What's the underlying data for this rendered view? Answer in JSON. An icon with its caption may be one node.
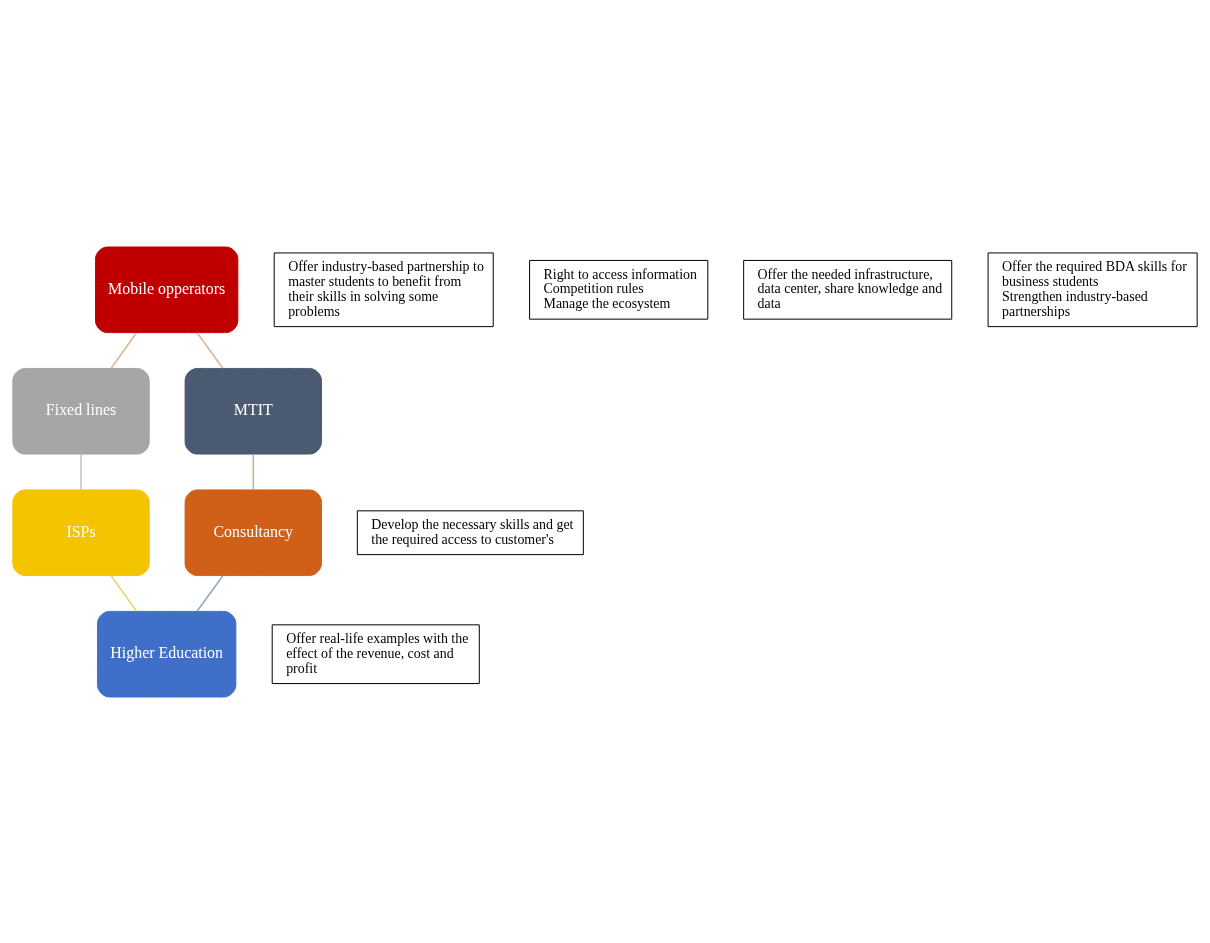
{
  "diagram": {
    "nodes": [
      {
        "text": [
          "Mobile opperators"
        ]
      },
      {
        "text": [
          "Offer industry-based partnership to master students to benefit from their skills in solving some problems"
        ]
      },
      {
        "text": [
          "MTIT"
        ]
      },
      {
        "text": [
          "Fixed lines"
        ]
      },
      {
        "text": [
          "Right to access information",
          "Competition rules",
          "Manage the ecosystem"
        ]
      },
      {
        "text": [
          "Offer the needed infrastructure, data center, share knowledge and data"
        ]
      },
      {
        "text": [
          "Consultancy"
        ]
      },
      {
        "text": [
          "ISPs"
        ]
      },
      {
        "text": [
          "Develop the necessary skills and get the required access to customer's"
        ]
      },
      {
        "text": [
          "Offer real-life examples with the effect of the revenue, cost and profit"
        ]
      },
      {
        "text": [
          "Higher Education"
        ]
      },
      {
        "text": [
          "Offer the required BDA skills for business students",
          "Strengthen industry-based partnerships"
        ]
      }
    ],
    "edges": [
      {
        "from": 0,
        "to": 3,
        "arrow": "none",
        "color": "#d9b38c"
      },
      {
        "from": 3,
        "to": 7,
        "arrow": "none",
        "color": "#c0c0c0"
      },
      {
        "from": 7,
        "to": 10,
        "arrow": "none",
        "color": "#e6d36a"
      },
      {
        "from": 10,
        "to": 6,
        "arrow": "none",
        "color": "#8fa3c7"
      },
      {
        "from": 6,
        "to": 2,
        "arrow": "none",
        "color": "#9cc98a"
      },
      {
        "from": 2,
        "to": 0,
        "arrow": "none",
        "color": "#d9b38c"
      }
    ]
  }
}
